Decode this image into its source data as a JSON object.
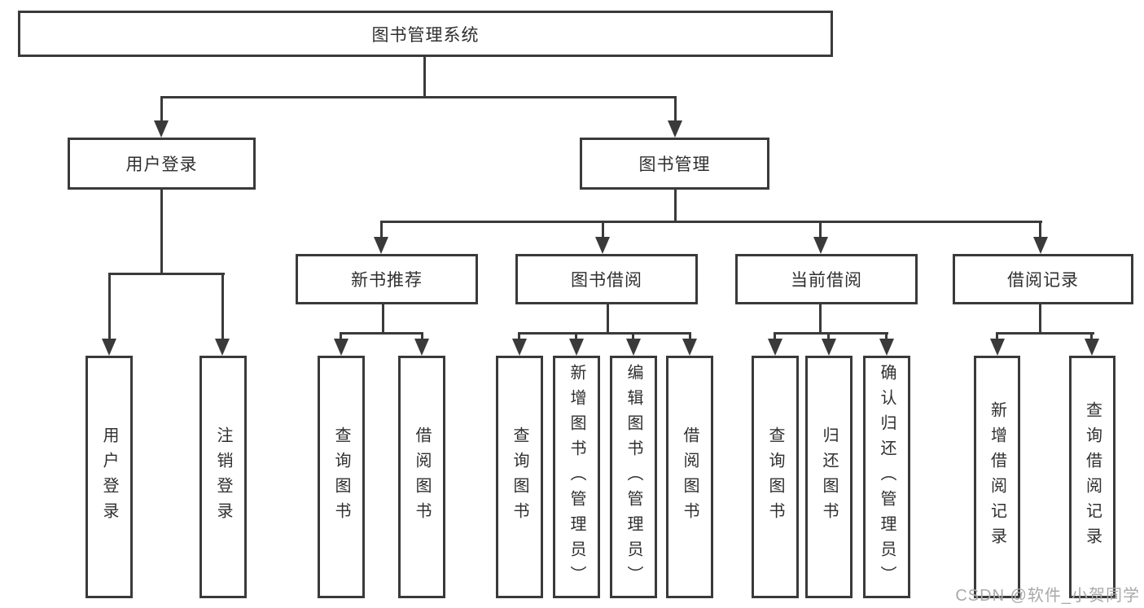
{
  "diagram_title": "图书管理系统",
  "watermark": "CSDN @软件_小贺同学",
  "colors": {
    "line": "#3a3a3a",
    "text": "#2f2f2f",
    "watermark_text": "#a9a9a9",
    "background": "#ffffff"
  },
  "tree": {
    "root": {
      "label": "图书管理系统"
    },
    "branches": [
      {
        "label": "用户登录",
        "children": [
          {
            "label": "用户登录"
          },
          {
            "label": "注销登录"
          }
        ]
      },
      {
        "label": "图书管理",
        "children": [
          {
            "label": "新书推荐",
            "children": [
              {
                "label": "查询图书"
              },
              {
                "label": "借阅图书"
              }
            ]
          },
          {
            "label": "图书借阅",
            "children": [
              {
                "label": "查询图书"
              },
              {
                "label": "新增图书（管理员）"
              },
              {
                "label": "编辑图书（管理员）"
              },
              {
                "label": "借阅图书"
              }
            ]
          },
          {
            "label": "当前借阅",
            "children": [
              {
                "label": "查询图书"
              },
              {
                "label": "归还图书"
              },
              {
                "label": "确认归还（管理员）"
              }
            ]
          },
          {
            "label": "借阅记录",
            "children": [
              {
                "label": "新增借阅记录"
              },
              {
                "label": "查询借阅记录"
              }
            ]
          }
        ]
      }
    ]
  }
}
